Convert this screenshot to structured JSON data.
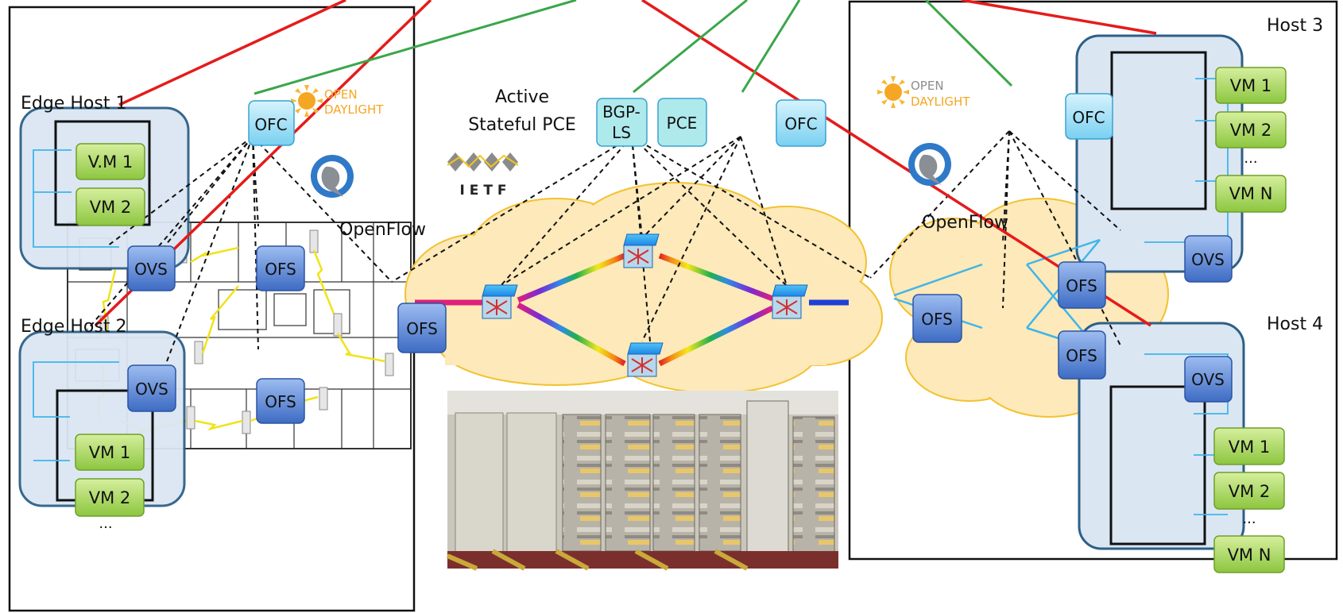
{
  "labels": {
    "edge_host_1": "Edge Host 1",
    "edge_host_2": "Edge Host 2",
    "host_3": "Host 3",
    "host_4": "Host 4",
    "active_stateful_pce_line1": "Active",
    "active_stateful_pce_line2": "Stateful PCE",
    "openflow_left": "OpenFlow",
    "openflow_right": "OpenFlow",
    "ietf": "I E T F",
    "odl_left_1": "OPEN",
    "odl_left_2": "DAYLIGHT",
    "odl_right_1": "OPEN",
    "odl_right_2": "DAYLIGHT"
  },
  "nodes": {
    "ofc": "OFC",
    "ofs": "OFS",
    "ovs": "OVS",
    "pce": "PCE",
    "bgp_ls_line1": "BGP-",
    "bgp_ls_line2": "LS"
  },
  "vms": {
    "host1": [
      "V.M 1",
      "VM 2"
    ],
    "host2": [
      "VM 1",
      "VM 2",
      "..."
    ],
    "host3": [
      "VM 1",
      "VM 2",
      "...",
      "VM N"
    ],
    "host4": [
      "VM 1",
      "VM 2",
      "...",
      "VM N"
    ]
  },
  "colors": {
    "node_fill_top": "#8fb3ea",
    "node_fill_bottom": "#3f6fc8",
    "ctrl_fill": "#aee3f7",
    "vm_fill": "#a9d66a",
    "host_fill": "#dbe6f3",
    "host_border": "#2e5f86",
    "cloud_fill": "#fde9b9",
    "cloud_border": "#f2c230",
    "red_link": "#e51b1b",
    "green_link": "#3aa64a",
    "cyan_link": "#3fb5ea"
  },
  "icons": [
    "openflow-icon",
    "opendaylight-logo",
    "ietf-logo",
    "roadm-icon",
    "datacenter-racks-photo"
  ]
}
